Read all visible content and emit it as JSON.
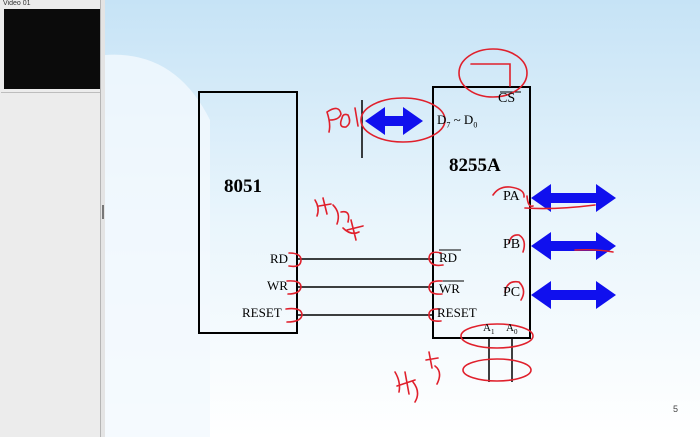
{
  "window": {
    "title": "Video 01"
  },
  "slide": {
    "mcu_label": "8051",
    "ppi_label": "8255A",
    "mcu_pins": {
      "rd": "RD",
      "wr": "WR",
      "reset": "RESET"
    },
    "ppi_pins": {
      "cs": "CS",
      "data_bus": "D",
      "data_sub_hi": "7",
      "data_tilde": " ~ D",
      "data_sub_lo": "0",
      "pa": "PA",
      "pb": "PB",
      "pc": "PC",
      "rd": "RD",
      "wr": "WR",
      "reset": "RESET",
      "a1": "A",
      "a1_sub": "1",
      "a0": "A",
      "a0_sub": "0"
    },
    "page_number": "5",
    "colors": {
      "arrow": "#1010ee",
      "ink": "#e0202c",
      "background_top": "#c6e3f6"
    }
  }
}
